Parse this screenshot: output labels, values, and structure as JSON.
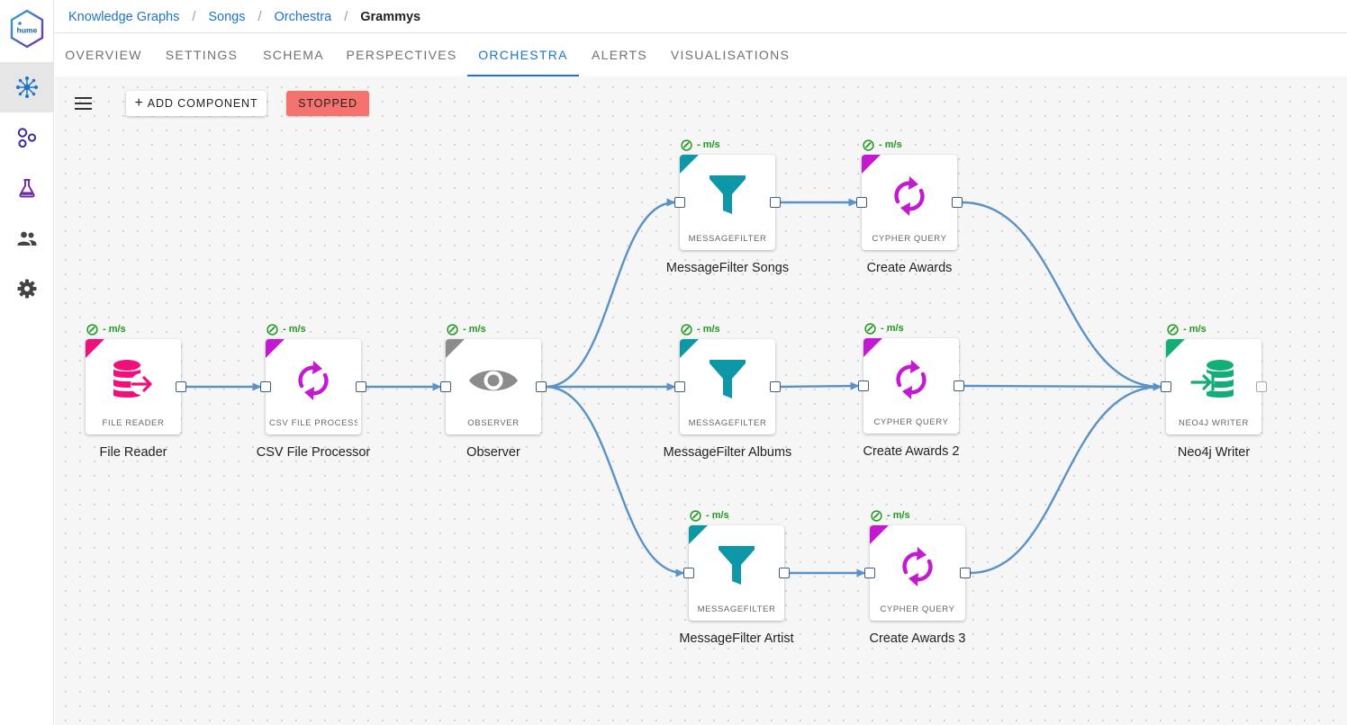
{
  "breadcrumb": {
    "items": [
      "Knowledge Graphs",
      "Songs",
      "Orchestra"
    ],
    "current": "Grammys"
  },
  "tabs": [
    {
      "label": "OVERVIEW"
    },
    {
      "label": "SETTINGS"
    },
    {
      "label": "SCHEMA"
    },
    {
      "label": "PERSPECTIVES"
    },
    {
      "label": "ORCHESTRA",
      "active": true
    },
    {
      "label": "ALERTS"
    },
    {
      "label": "VISUALISATIONS"
    }
  ],
  "toolbar": {
    "add_label": "ADD COMPONENT",
    "add_icon": "plus-icon",
    "status_label": "STOPPED",
    "status_color": "#f4736f"
  },
  "sidebar": {
    "logo_text": "hume",
    "items": [
      {
        "icon": "knowledge-graph-icon",
        "active": true
      },
      {
        "icon": "bubbles-icon"
      },
      {
        "icon": "flask-icon"
      },
      {
        "icon": "people-icon"
      },
      {
        "icon": "gear-icon"
      }
    ]
  },
  "colors": {
    "accent": "#1e74c8",
    "edge": "#5b92c6",
    "rate": "#1f9a1f",
    "reader": "#f0107a",
    "processor": "#c219d1",
    "filter": "#0e97a7",
    "writer": "#13ae76",
    "observer": "#8c8c8c"
  },
  "nodes": [
    {
      "id": "file-reader",
      "name": "File Reader",
      "type": "FILE READER",
      "rate": "- m/s",
      "icon": "file-reader-icon",
      "kind": "reader"
    },
    {
      "id": "csv-file-processor",
      "name": "CSV File Processor",
      "type": "CSV FILE PROCESSOR",
      "rate": "- m/s",
      "icon": "refresh-icon",
      "kind": "processor"
    },
    {
      "id": "observer",
      "name": "Observer",
      "type": "OBSERVER",
      "rate": "- m/s",
      "icon": "eye-icon",
      "kind": "observer"
    },
    {
      "id": "messagefilter-songs",
      "name": "MessageFilter Songs",
      "type": "MESSAGEFILTER",
      "rate": "- m/s",
      "icon": "funnel-icon",
      "kind": "filter"
    },
    {
      "id": "create-awards",
      "name": "Create Awards",
      "type": "CYPHER QUERY",
      "rate": "- m/s",
      "icon": "refresh-icon",
      "kind": "processor"
    },
    {
      "id": "messagefilter-albums",
      "name": "MessageFilter Albums",
      "type": "MESSAGEFILTER",
      "rate": "- m/s",
      "icon": "funnel-icon",
      "kind": "filter"
    },
    {
      "id": "create-awards-2",
      "name": "Create Awards 2",
      "type": "CYPHER QUERY",
      "rate": "- m/s",
      "icon": "refresh-icon",
      "kind": "processor"
    },
    {
      "id": "messagefilter-artist",
      "name": "MessageFilter Artist",
      "type": "MESSAGEFILTER",
      "rate": "- m/s",
      "icon": "funnel-icon",
      "kind": "filter"
    },
    {
      "id": "create-awards-3",
      "name": "Create Awards 3",
      "type": "CYPHER QUERY",
      "rate": "- m/s",
      "icon": "refresh-icon",
      "kind": "processor"
    },
    {
      "id": "neo4j-writer",
      "name": "Neo4j Writer",
      "type": "NEO4J WRITER",
      "rate": "- m/s",
      "icon": "neo4j-writer-icon",
      "kind": "writer"
    }
  ],
  "connections": [
    [
      "file-reader",
      "csv-file-processor"
    ],
    [
      "csv-file-processor",
      "observer"
    ],
    [
      "observer",
      "messagefilter-songs"
    ],
    [
      "observer",
      "messagefilter-albums"
    ],
    [
      "observer",
      "messagefilter-artist"
    ],
    [
      "messagefilter-songs",
      "create-awards"
    ],
    [
      "messagefilter-albums",
      "create-awards-2"
    ],
    [
      "messagefilter-artist",
      "create-awards-3"
    ],
    [
      "create-awards",
      "neo4j-writer"
    ],
    [
      "create-awards-2",
      "neo4j-writer"
    ],
    [
      "create-awards-3",
      "neo4j-writer"
    ]
  ]
}
